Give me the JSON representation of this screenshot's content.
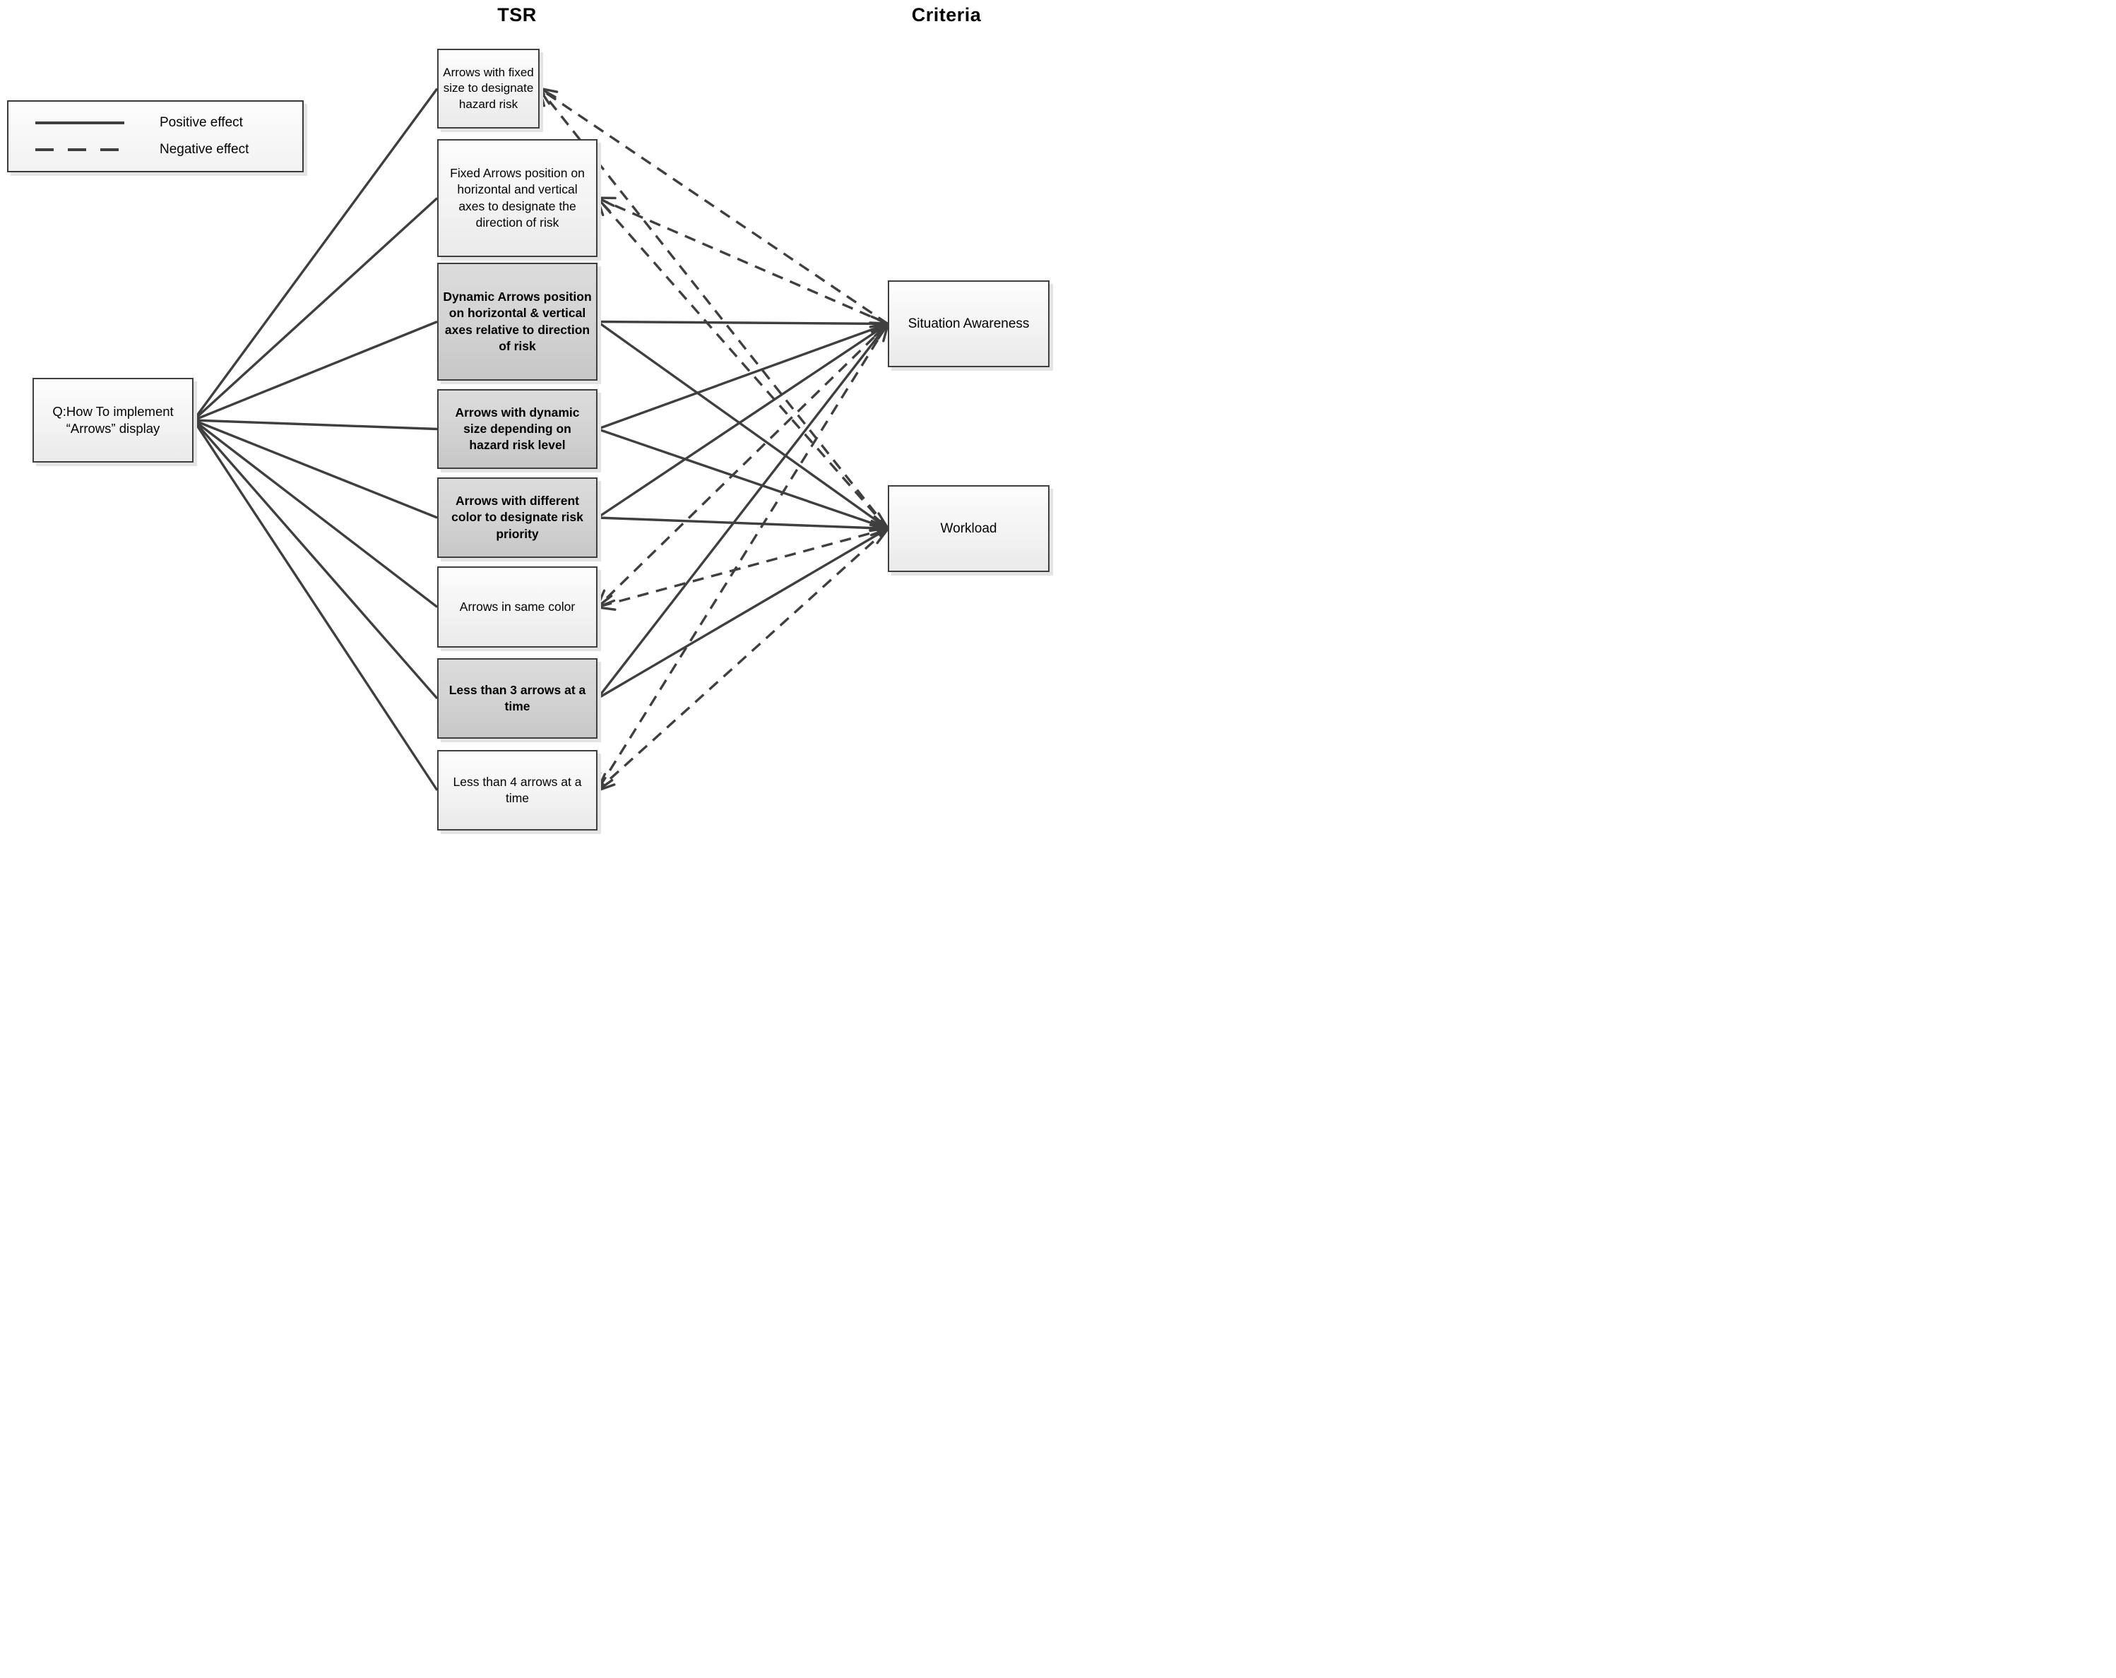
{
  "titles": {
    "tsr": "TSR",
    "criteria": "Criteria"
  },
  "legend": {
    "items": [
      {
        "style": "solid",
        "label": "Positive effect"
      },
      {
        "style": "dashed",
        "label": "Negative effect"
      }
    ]
  },
  "question": {
    "id": "q",
    "label": "Q:How To implement “Arrows” display"
  },
  "tsr_options": [
    {
      "id": "tsr-1",
      "label": "Arrows with fixed size to designate hazard risk",
      "emphasis": false
    },
    {
      "id": "tsr-2",
      "label": "Fixed Arrows position on horizontal and vertical axes to designate the direction of risk",
      "emphasis": false
    },
    {
      "id": "tsr-3",
      "label": "Dynamic Arrows position on horizontal & vertical axes relative to direction of risk",
      "emphasis": true
    },
    {
      "id": "tsr-4",
      "label": "Arrows with dynamic size depending on hazard risk level",
      "emphasis": true
    },
    {
      "id": "tsr-5",
      "label": "Arrows with different color to designate risk priority",
      "emphasis": true
    },
    {
      "id": "tsr-6",
      "label": "Arrows in same color",
      "emphasis": false
    },
    {
      "id": "tsr-7",
      "label": "Less than 3 arrows at a time",
      "emphasis": true
    },
    {
      "id": "tsr-8",
      "label": "Less than 4 arrows at a time",
      "emphasis": false
    }
  ],
  "criteria": [
    {
      "id": "crit-sa",
      "label": "Situation Awareness"
    },
    {
      "id": "crit-wl",
      "label": "Workload"
    }
  ],
  "edges": [
    {
      "from": "q",
      "to": "tsr-1",
      "effect": "link"
    },
    {
      "from": "q",
      "to": "tsr-2",
      "effect": "link"
    },
    {
      "from": "q",
      "to": "tsr-3",
      "effect": "link"
    },
    {
      "from": "q",
      "to": "tsr-4",
      "effect": "link"
    },
    {
      "from": "q",
      "to": "tsr-5",
      "effect": "link"
    },
    {
      "from": "q",
      "to": "tsr-6",
      "effect": "link"
    },
    {
      "from": "q",
      "to": "tsr-7",
      "effect": "link"
    },
    {
      "from": "q",
      "to": "tsr-8",
      "effect": "link"
    },
    {
      "from": "tsr-1",
      "to": "crit-sa",
      "effect": "negative"
    },
    {
      "from": "tsr-1",
      "to": "crit-wl",
      "effect": "negative"
    },
    {
      "from": "tsr-2",
      "to": "crit-sa",
      "effect": "negative"
    },
    {
      "from": "tsr-2",
      "to": "crit-wl",
      "effect": "negative"
    },
    {
      "from": "tsr-3",
      "to": "crit-sa",
      "effect": "positive"
    },
    {
      "from": "tsr-3",
      "to": "crit-wl",
      "effect": "positive"
    },
    {
      "from": "tsr-4",
      "to": "crit-sa",
      "effect": "positive"
    },
    {
      "from": "tsr-4",
      "to": "crit-wl",
      "effect": "positive"
    },
    {
      "from": "tsr-5",
      "to": "crit-sa",
      "effect": "positive"
    },
    {
      "from": "tsr-5",
      "to": "crit-wl",
      "effect": "positive"
    },
    {
      "from": "tsr-6",
      "to": "crit-sa",
      "effect": "negative"
    },
    {
      "from": "tsr-6",
      "to": "crit-wl",
      "effect": "negative"
    },
    {
      "from": "tsr-7",
      "to": "crit-sa",
      "effect": "positive"
    },
    {
      "from": "tsr-7",
      "to": "crit-wl",
      "effect": "positive"
    },
    {
      "from": "tsr-8",
      "to": "crit-sa",
      "effect": "negative"
    },
    {
      "from": "tsr-8",
      "to": "crit-wl",
      "effect": "negative"
    }
  ],
  "colors": {
    "line": "#3f3f3f",
    "border": "#3f3f3f",
    "box_fill_light": "#f3f3f3",
    "box_fill_gray": "#d2d2d2",
    "shadow": "#e4e4e4"
  }
}
